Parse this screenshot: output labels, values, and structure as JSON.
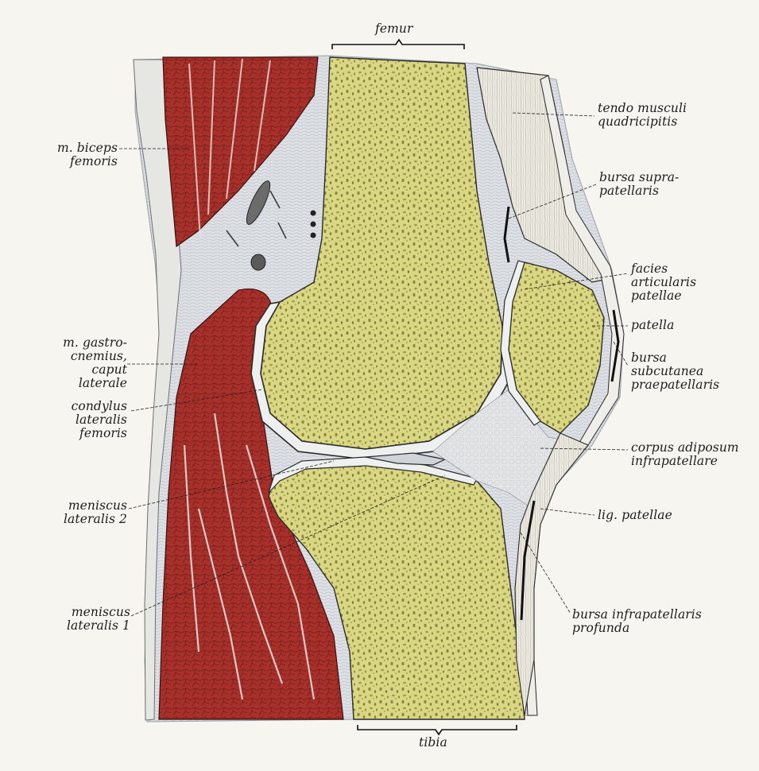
{
  "figure": {
    "labels": {
      "femur": "femur",
      "tibia": "tibia",
      "biceps": [
        "m. biceps",
        "femoris"
      ],
      "gastrocnemius": [
        "m. gastro-",
        "cnemius,",
        "caput",
        "laterale"
      ],
      "condylus": [
        "condylus",
        "lateralis",
        "femoris"
      ],
      "meniscus2": [
        "meniscus",
        "lateralis 2"
      ],
      "meniscus1": [
        "meniscus",
        "lateralis 1"
      ],
      "tendo": [
        "tendo musculi",
        "quadricipitis"
      ],
      "bursa_supra": [
        "bursa supra-",
        "patellaris"
      ],
      "facies": [
        "facies",
        "articularis",
        "patellae"
      ],
      "patella": "patella",
      "bursa_subcutanea": [
        "bursa",
        "subcutanea",
        "praepatellaris"
      ],
      "corpus": [
        "corpus adiposum",
        "infrapatellare"
      ],
      "lig_patellae": "lig. patellae",
      "bursa_infra": [
        "bursa infrapatellaris",
        "profunda"
      ]
    },
    "colors": {
      "bone": "#d9d782",
      "bone_dark": "#7a6c33",
      "muscle": "#a8302b",
      "muscle_dark": "#6d1a17",
      "tissue": "#d9dde2",
      "tendon": "#ebe9e0",
      "cartilage": "#eef0f0",
      "outline": "#2a2a2a"
    }
  }
}
